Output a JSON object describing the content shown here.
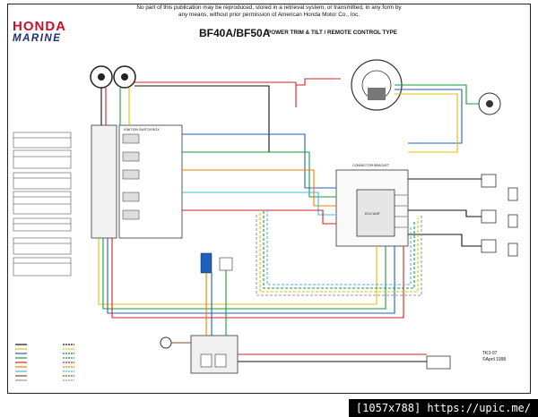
{
  "header": {
    "notice": "No part of this publication may be reproduced, stored in a retrieval system, or transmitted, in any form by any means, without prior permission of American Honda Motor Co., Inc.",
    "brand": "HONDA",
    "brand_sub": "MARINE",
    "model": "BF40A/BF50A",
    "diagram_title": "POWER TRIM & TILT / REMOTE CONTROL TYPE"
  },
  "labels": {
    "ignition_box": "IGNITION SWITCH BOX",
    "connector_a": "CONNECTOR BRACKET",
    "ecu": "ECU UNIT",
    "part_no": "TK3-07",
    "date": "©April 1998"
  },
  "watermark": "[1057x788] https://upic.me/",
  "colors": {
    "brand_red": "#c8102e",
    "brand_blue": "#1e2b7a",
    "wire_black": "#111111",
    "wire_red": "#d62020",
    "wire_blue": "#1f5fc0",
    "wire_green": "#1a9a3a",
    "wire_yellow": "#e0c000",
    "wire_orange": "#ef7d00",
    "wire_lightblue": "#45b7e8",
    "wire_brown": "#8a4a1a",
    "wire_gray": "#9a9a9a"
  }
}
